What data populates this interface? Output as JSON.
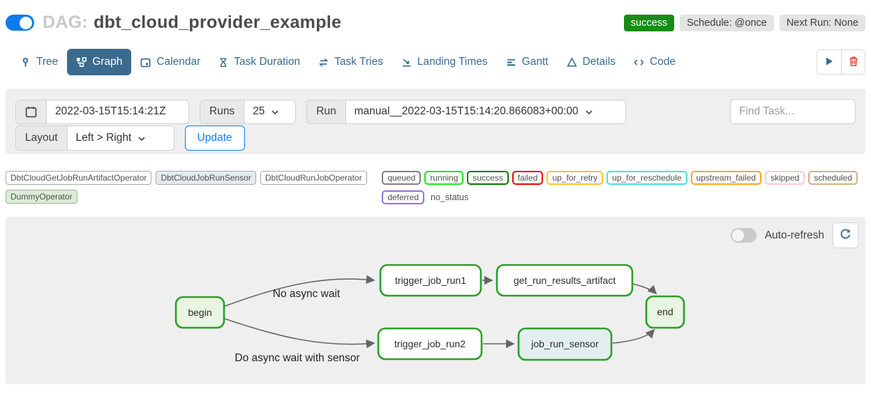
{
  "header": {
    "dag_prefix": "DAG:",
    "dag_title": "dbt_cloud_provider_example",
    "status_badge": "success",
    "schedule_badge": "Schedule: @once",
    "next_run_badge": "Next Run: None"
  },
  "tabs": [
    {
      "label": "Tree"
    },
    {
      "label": "Graph"
    },
    {
      "label": "Calendar"
    },
    {
      "label": "Task Duration"
    },
    {
      "label": "Task Tries"
    },
    {
      "label": "Landing Times"
    },
    {
      "label": "Gantt"
    },
    {
      "label": "Details"
    },
    {
      "label": "Code"
    }
  ],
  "filters": {
    "base_date": "2022-03-15T15:14:21Z",
    "runs_label": "Runs",
    "runs_value": "25",
    "run_label": "Run",
    "run_value": "manual__2022-03-15T15:14:20.866083+00:00",
    "find_placeholder": "Find Task...",
    "layout_label": "Layout",
    "layout_value": "Left > Right",
    "update_label": "Update"
  },
  "legend": {
    "operators": [
      {
        "label": "DbtCloudGetJobRunArtifactOperator",
        "fill": "#ffffff"
      },
      {
        "label": "DbtCloudJobRunSensor",
        "fill": "#e2eced"
      },
      {
        "label": "DbtCloudRunJobOperator",
        "fill": "#ffffff"
      },
      {
        "label": "DummyOperator",
        "fill": "#daeed6"
      }
    ],
    "statuses": [
      {
        "label": "queued",
        "color": "#7f7f7f"
      },
      {
        "label": "running",
        "color": "#17e817"
      },
      {
        "label": "success",
        "color": "#027a02"
      },
      {
        "label": "failed",
        "color": "#f20000"
      },
      {
        "label": "up_for_retry",
        "color": "#fdc220"
      },
      {
        "label": "up_for_reschedule",
        "color": "#45e0dc"
      },
      {
        "label": "upstream_failed",
        "color": "#ffa713"
      },
      {
        "label": "skipped",
        "color": "#f8c7d4"
      },
      {
        "label": "scheduled",
        "color": "#cdb089"
      },
      {
        "label": "deferred",
        "color": "#9370db"
      }
    ],
    "no_status_label": "no_status"
  },
  "graphpanel": {
    "auto_refresh_label": "Auto-refresh",
    "nodes": [
      {
        "label": "begin",
        "fill": "#e8f5e2"
      },
      {
        "label": "trigger_job_run1",
        "fill": "#ffffff"
      },
      {
        "label": "get_run_results_artifact",
        "fill": "#ffffff"
      },
      {
        "label": "end",
        "fill": "#e8f5e2"
      },
      {
        "label": "trigger_job_run2",
        "fill": "#ffffff"
      },
      {
        "label": "job_run_sensor",
        "fill": "#e3eeee"
      }
    ],
    "edge_labels": [
      "No async wait",
      "Do async wait with sensor"
    ]
  },
  "colors": {
    "accent_blue": "#0e7af0",
    "tab_active": "#3a6b8f",
    "success_green": "#178c17",
    "node_border": "#2b9f26",
    "trash_red": "#e8402a",
    "edge_gray": "#666666"
  }
}
